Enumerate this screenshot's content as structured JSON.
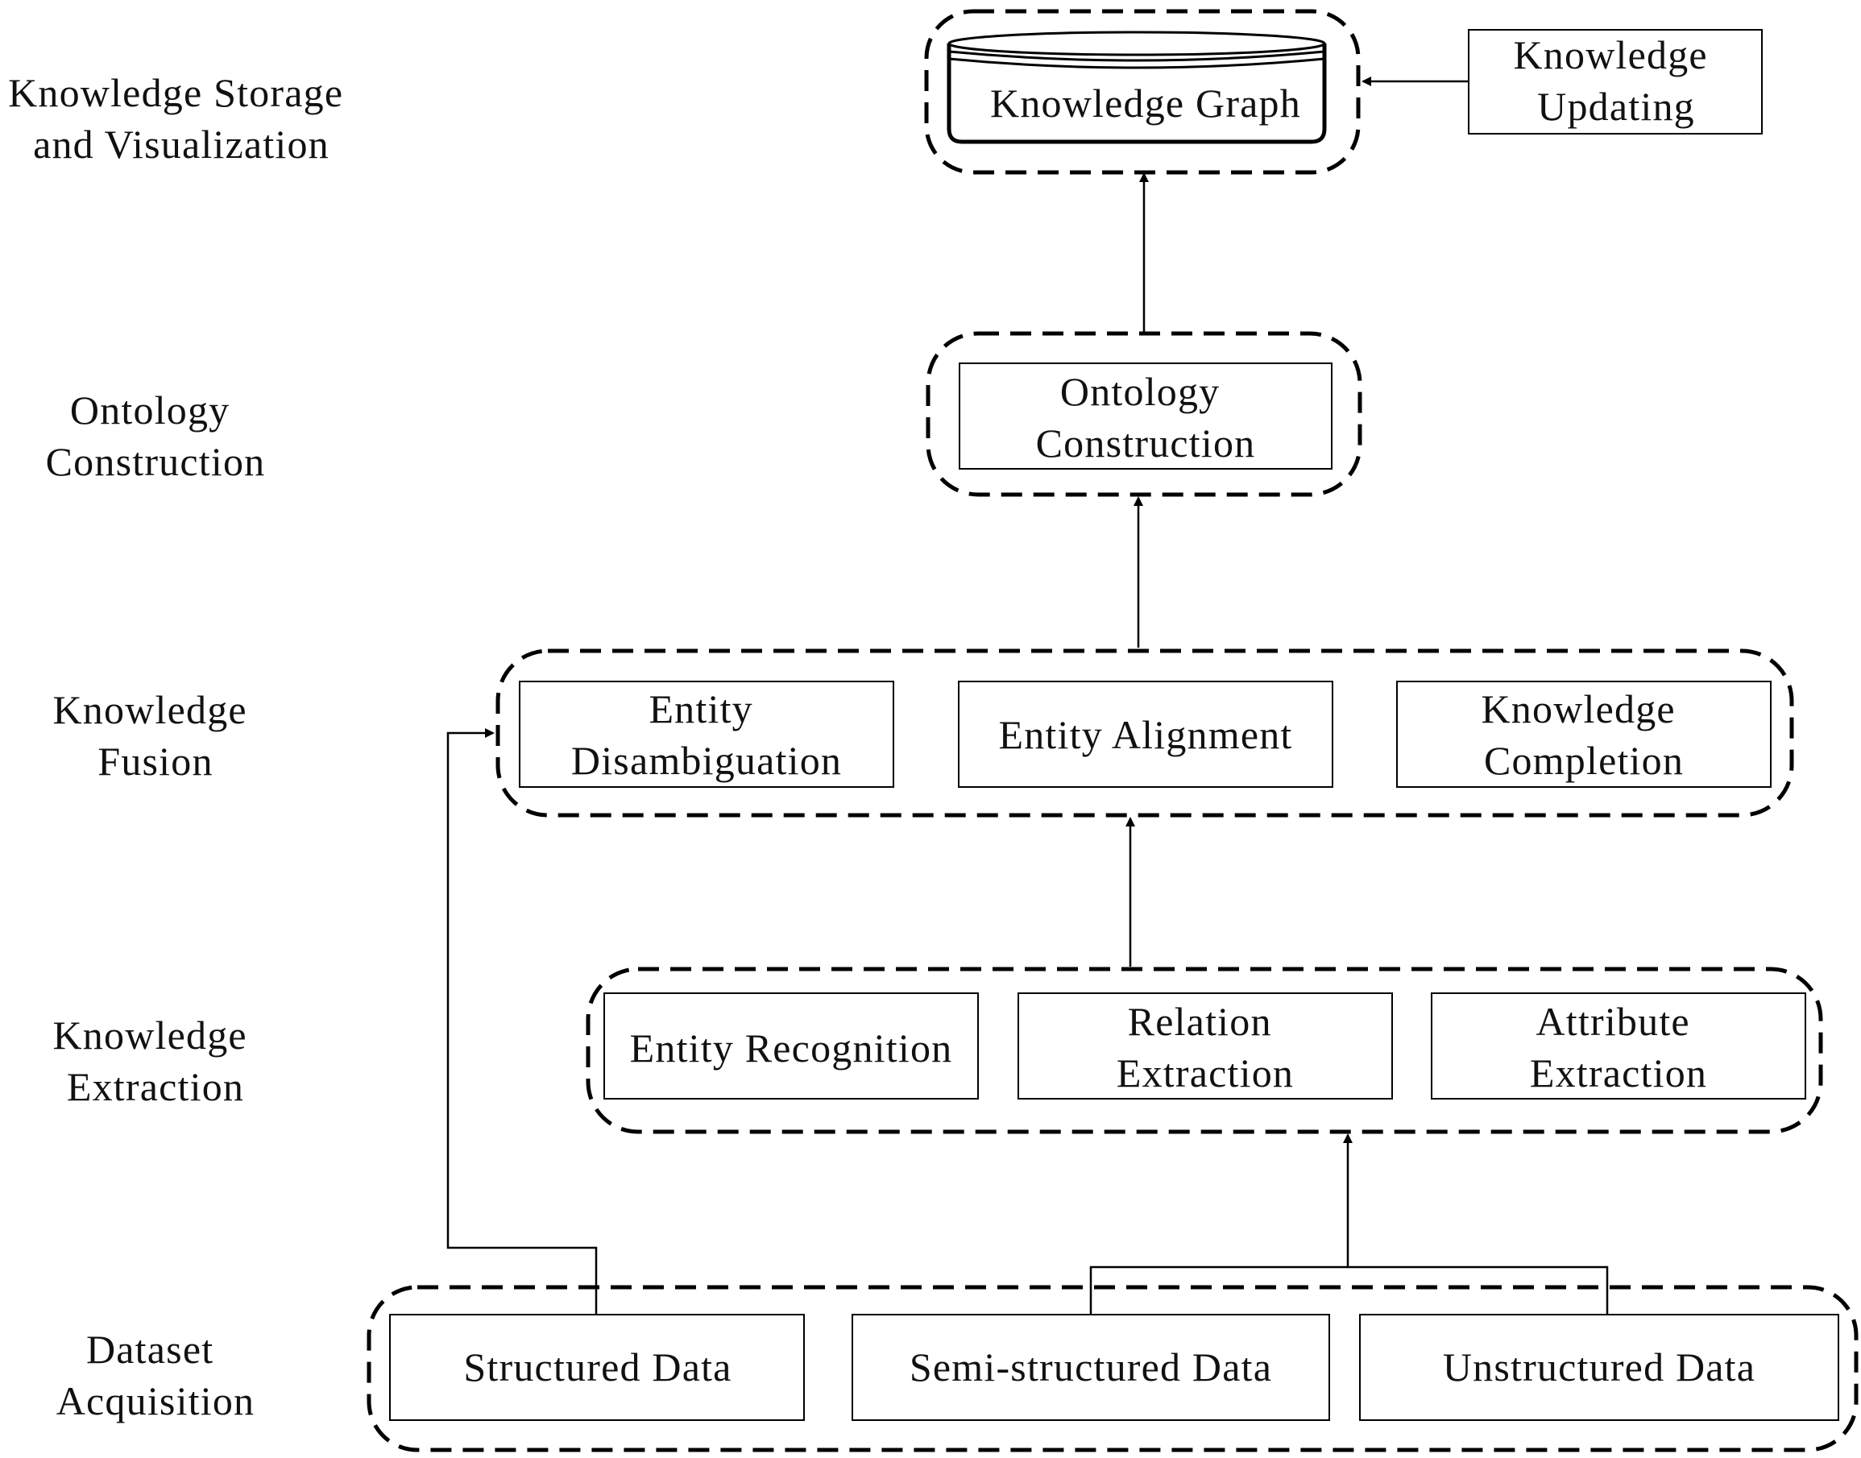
{
  "stages": [
    {
      "line1": "Knowledge Storage",
      "line2": "and Visualization"
    },
    {
      "line1": "Ontology",
      "line2": "Construction"
    },
    {
      "line1": "Knowledge",
      "line2": "Fusion"
    },
    {
      "line1": "Knowledge",
      "line2": "Extraction"
    },
    {
      "line1": "Dataset",
      "line2": "Acquisition"
    }
  ],
  "storage": {
    "knowledge_graph": "Knowledge Graph",
    "updating": {
      "line1": "Knowledge",
      "line2": "Updating"
    }
  },
  "ontology": {
    "line1": "Ontology",
    "line2": "Construction"
  },
  "fusion": {
    "disambiguation": {
      "line1": "Entity",
      "line2": "Disambiguation"
    },
    "alignment": "Entity Alignment",
    "completion": {
      "line1": "Knowledge",
      "line2": "Completion"
    }
  },
  "extraction": {
    "entity_recognition": "Entity Recognition",
    "relation": {
      "line1": "Relation",
      "line2": "Extraction"
    },
    "attribute": {
      "line1": "Attribute",
      "line2": "Extraction"
    }
  },
  "acquisition": {
    "structured": "Structured Data",
    "semi_structured": "Semi-structured Data",
    "unstructured": "Unstructured Data"
  }
}
